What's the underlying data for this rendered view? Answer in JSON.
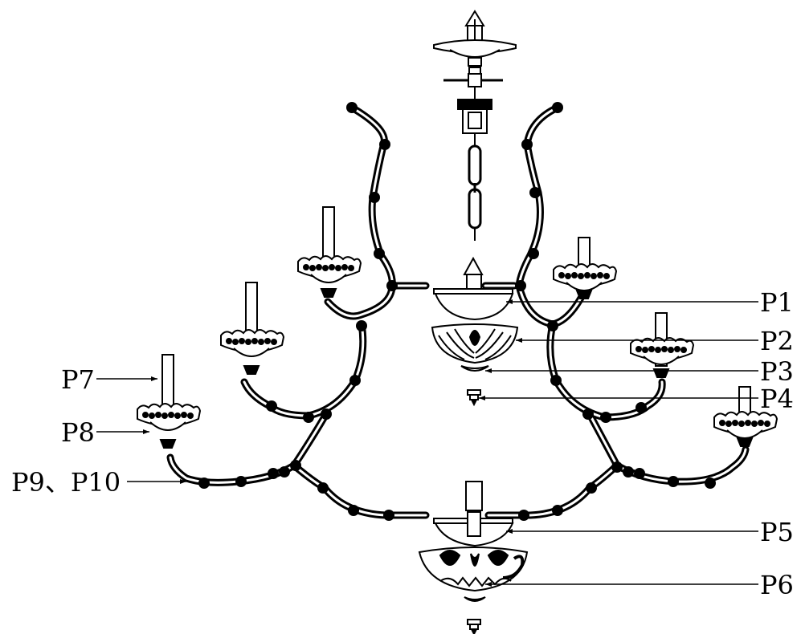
{
  "diagram": {
    "labels": [
      {
        "id": "p1",
        "text": "P1"
      },
      {
        "id": "p2",
        "text": "P2"
      },
      {
        "id": "p3",
        "text": "P3"
      },
      {
        "id": "p4",
        "text": "P4"
      },
      {
        "id": "p5",
        "text": "P5"
      },
      {
        "id": "p6",
        "text": "P6"
      },
      {
        "id": "p7",
        "text": "P7"
      },
      {
        "id": "p8",
        "text": "P8"
      },
      {
        "id": "p9",
        "text": "P9、P10"
      }
    ],
    "colors": {
      "ink": "#000000",
      "paper": "#ffffff"
    }
  }
}
